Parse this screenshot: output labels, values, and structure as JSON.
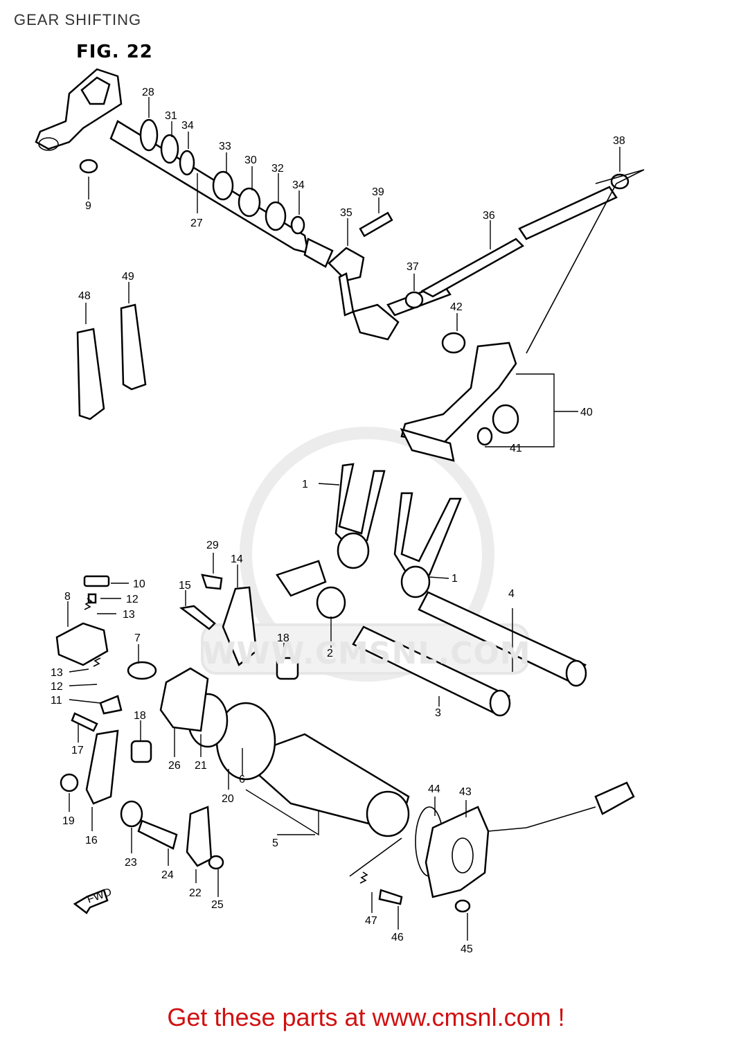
{
  "header": {
    "title": "GEAR SHIFTING"
  },
  "figure": {
    "title": "FIG. 22"
  },
  "watermark": {
    "text": "WWW.CMSNL.COM"
  },
  "footer": {
    "cta": "Get these parts at www.cmsnl.com !"
  },
  "colors": {
    "cta": "#d01010",
    "ink": "#000000",
    "watermark": "#e6e6e6"
  },
  "callouts": [
    "28",
    "31",
    "34",
    "33",
    "30",
    "32",
    "34",
    "9",
    "27",
    "39",
    "35",
    "36",
    "38",
    "37",
    "42",
    "48",
    "49",
    "40",
    "41",
    "1",
    "1",
    "29",
    "14",
    "10",
    "8",
    "12",
    "13",
    "15",
    "18",
    "4",
    "2",
    "7",
    "13",
    "12",
    "11",
    "18",
    "17",
    "26",
    "21",
    "20",
    "6",
    "3",
    "19",
    "16",
    "23",
    "24",
    "22",
    "25",
    "5",
    "44",
    "43",
    "47",
    "46",
    "45",
    "FWD"
  ]
}
